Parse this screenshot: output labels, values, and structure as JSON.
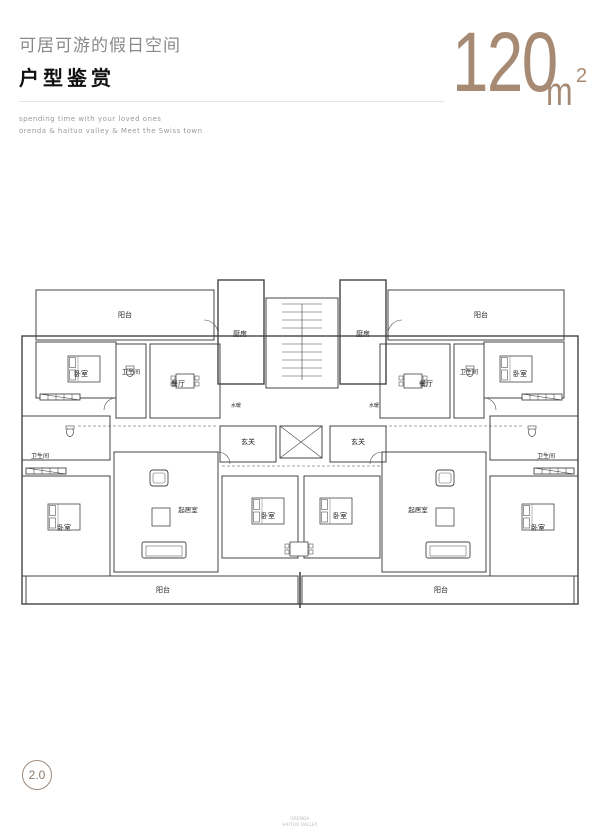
{
  "header": {
    "subtitle": "可居可游的假日空间",
    "title": "户型鉴赏",
    "area_number": "120",
    "area_unit": "m",
    "area_sup": "2",
    "tagline_1": "spending time with your loved ones",
    "tagline_2": "orenda & haituo valley & Meet the Swiss town"
  },
  "rooms": {
    "balcony": "阳台",
    "kitchen": "厨房",
    "bathroom": "卫生间",
    "dining": "餐厅",
    "bedroom": "卧室",
    "living": "起居室",
    "entry": "玄关",
    "shaft": "水暖"
  },
  "footer": {
    "page_number": "2.0",
    "brand_1": "ORENDA",
    "brand_2": "HAITUO VALLEY"
  },
  "colors": {
    "accent": "#a78a73",
    "line": "#444444"
  }
}
